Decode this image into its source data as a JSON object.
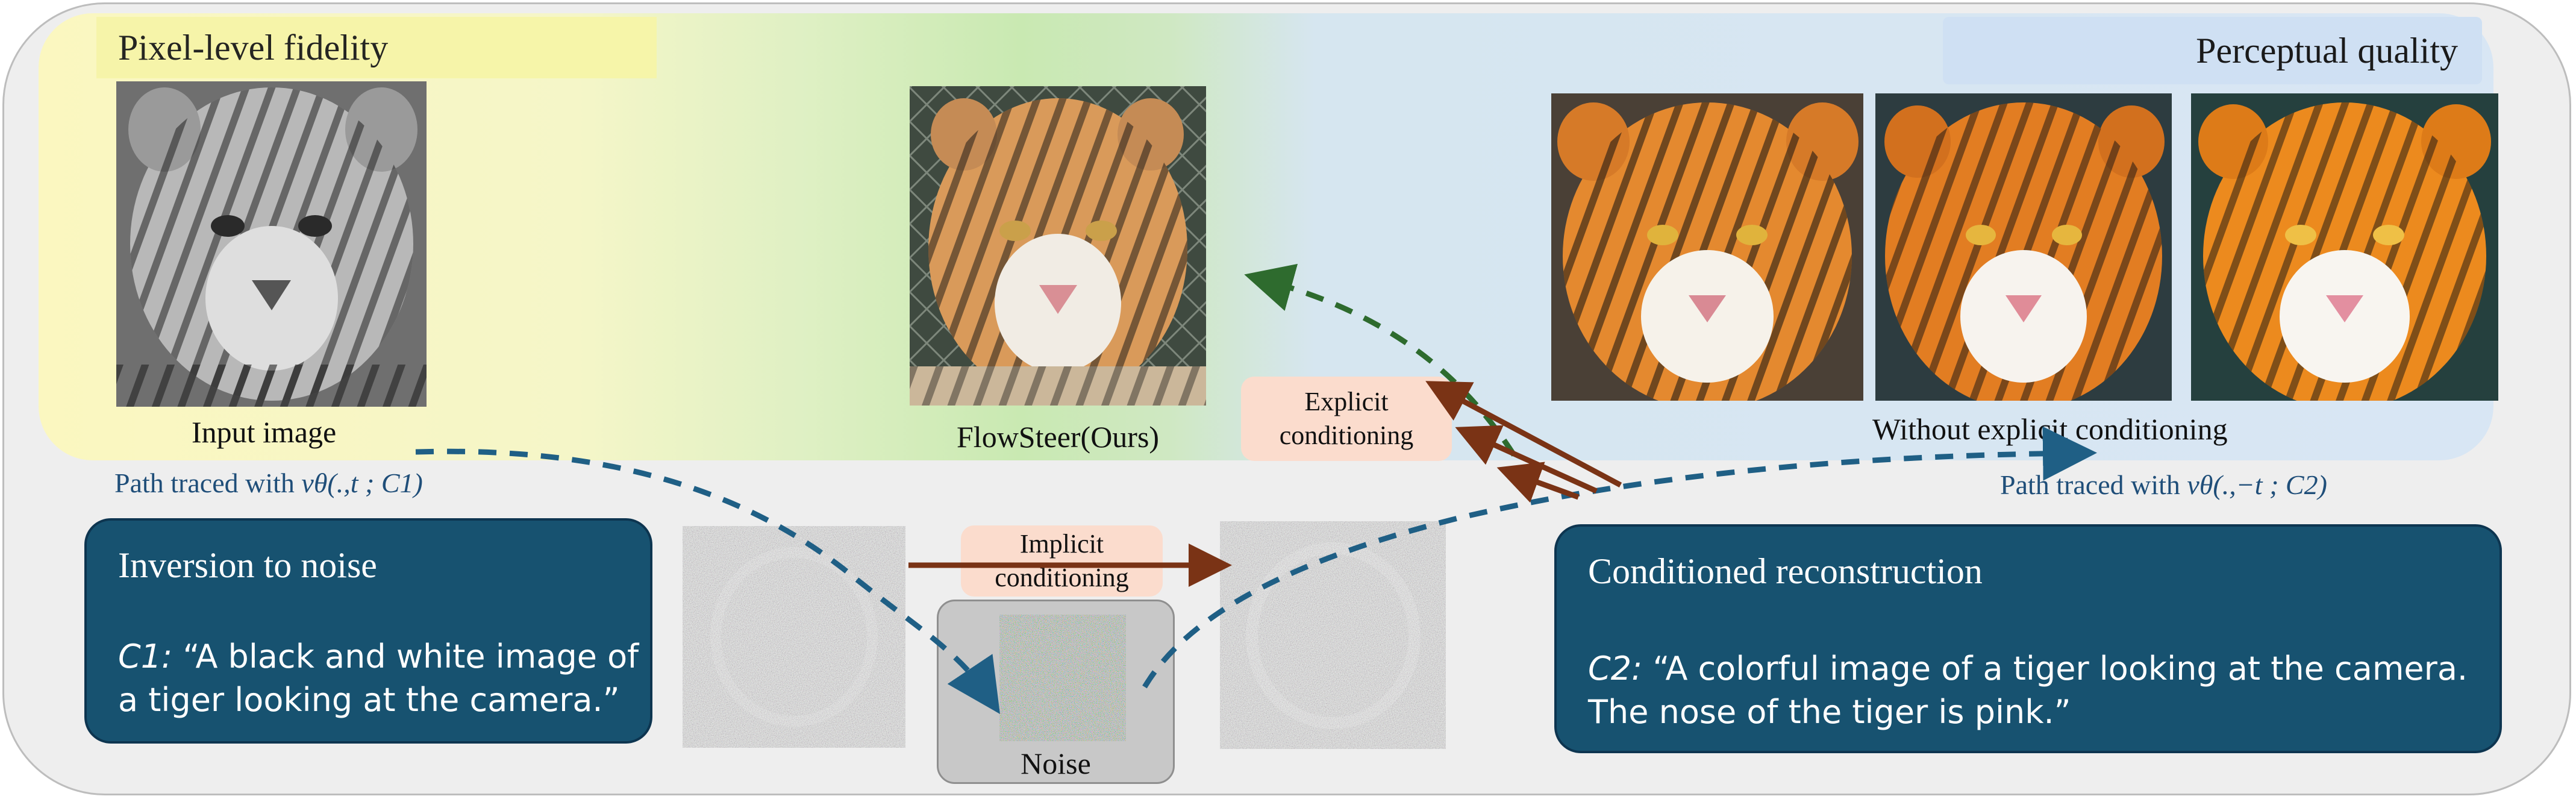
{
  "labels": {
    "pixel_fidelity": "Pixel-level fidelity",
    "perceptual_quality": "Perceptual quality"
  },
  "captions": {
    "input_image": "Input image",
    "flowsteer": "FlowSteer(Ours)",
    "without_explicit": "Without explicit conditioning",
    "noise": "Noise"
  },
  "paths": {
    "left_prefix": "Path traced with ",
    "left_formula": "vθ(.,t ; C1)",
    "right_prefix": "Path traced with ",
    "right_formula": "vθ(.,−t ; C2)"
  },
  "conditioning": {
    "explicit_line1": "Explicit",
    "explicit_line2": "conditioning",
    "implicit_line1": "Implicit",
    "implicit_line2": "conditioning"
  },
  "inversion": {
    "title": "Inversion to noise",
    "prompt_label": "C1:",
    "prompt_line1": "“A black and white image of",
    "prompt_line2": "a tiger looking at the camera.”"
  },
  "reconstruction": {
    "title": "Conditioned reconstruction",
    "prompt_label": "C2:",
    "prompt_line1": "“A colorful image of a tiger looking at the camera.",
    "prompt_line2": "The nose of the tiger is pink.”"
  },
  "images": {
    "input": "grayscale-tiger-photo",
    "flowsteer": "colorized-tiger-photo",
    "perceptual_1": "colorful-tiger-render-1",
    "perceptual_2": "colorful-tiger-render-2",
    "perceptual_3": "colorful-tiger-render-3",
    "noisy_left": "partially-noised-latent",
    "pure_noise": "random-noise",
    "noisy_right": "partially-denoised-latent"
  },
  "colors": {
    "path_blue": "#1f5f85",
    "explicit_arrow": "#7a3315",
    "implicit_arrow": "#7a3315",
    "green_arrow": "#2e6b2e",
    "info_box": "#175270"
  }
}
